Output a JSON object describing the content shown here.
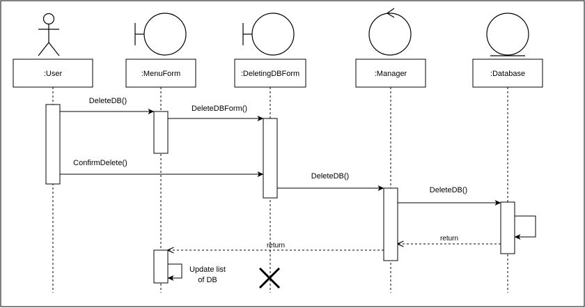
{
  "participants": [
    {
      "id": "user",
      "kind": "actor",
      "label": ":User"
    },
    {
      "id": "menuform",
      "kind": "boundary",
      "label": ":MenuForm"
    },
    {
      "id": "deletingdbform",
      "kind": "boundary",
      "label": ":DeletingDBForm"
    },
    {
      "id": "manager",
      "kind": "control",
      "label": ":Manager"
    },
    {
      "id": "database",
      "kind": "entity",
      "label": ":Database"
    }
  ],
  "messages": [
    {
      "id": "m1",
      "label": "DeleteDB()",
      "from": "user",
      "to": "menuform",
      "style": "sync"
    },
    {
      "id": "m2",
      "label": "DeleteDBForm()",
      "from": "menuform",
      "to": "deletingdbform",
      "style": "sync"
    },
    {
      "id": "m3",
      "label": "ConfirmDelete()",
      "from": "user",
      "to": "deletingdbform",
      "style": "sync"
    },
    {
      "id": "m4",
      "label": "DeleteDB()",
      "from": "deletingdbform",
      "to": "manager",
      "style": "sync"
    },
    {
      "id": "m5",
      "label": "DeleteDB()",
      "from": "manager",
      "to": "database",
      "style": "sync"
    },
    {
      "id": "m6",
      "label": "return",
      "from": "database",
      "to": "manager",
      "style": "return"
    },
    {
      "id": "m7",
      "label": "return",
      "from": "manager",
      "to": "menuform",
      "style": "return"
    }
  ],
  "self_messages": [
    {
      "id": "s1",
      "on": "database",
      "label": ""
    },
    {
      "id": "s2",
      "on": "menuform",
      "label_line1": "Update list",
      "label_line2": "of DB"
    }
  ],
  "destroy": {
    "on": "deletingdbform",
    "symbol": "X"
  }
}
